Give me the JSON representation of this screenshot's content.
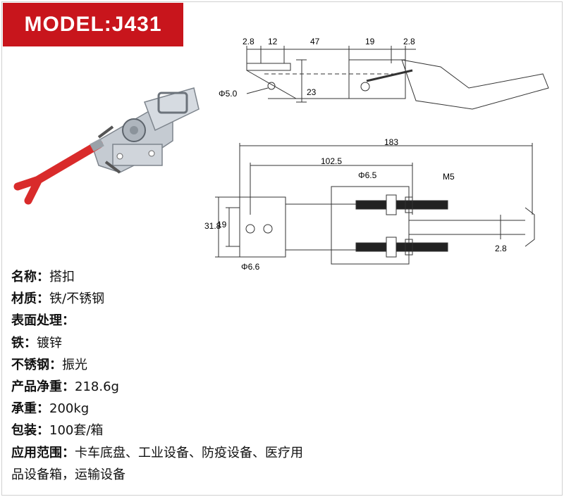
{
  "banner": {
    "model": "MODEL:J431"
  },
  "dimensions": {
    "top_view": {
      "d1": "2.8",
      "d2": "12",
      "d3": "47",
      "d4": "19",
      "d5": "2.8",
      "hole": "Φ5.0",
      "height": "23"
    },
    "plan_view": {
      "overall": "183",
      "base_len": "102.5",
      "hole_a": "Φ6.5",
      "thread": "M5",
      "width_outer": "31.8",
      "width_inner": "19",
      "hole_b": "Φ6.6",
      "thickness": "2.8"
    }
  },
  "specs": [
    {
      "label": "名称",
      "sep": "：",
      "value": "搭扣"
    },
    {
      "label": "材质",
      "sep": "：",
      "value": "铁/不锈钢"
    },
    {
      "label": "表面处理",
      "sep": "：",
      "value": ""
    },
    {
      "label": "铁",
      "sep": "：",
      "value": "镀锌"
    },
    {
      "label": "不锈钢",
      "sep": "：",
      "value": "振光"
    },
    {
      "label": "产品净重",
      "sep": "：",
      "value": "218.6g"
    },
    {
      "label": "承重",
      "sep": "：",
      "value": "200kg"
    },
    {
      "label": "包装",
      "sep": "：",
      "value": "100套/箱"
    },
    {
      "label": "应用范围",
      "sep": "：",
      "value": "卡车底盘、工业设备、防疫设备、医疗用品设备箱，运输设备"
    }
  ],
  "colors": {
    "banner": "#c8151c",
    "handle": "#d92b2b",
    "metal": "#b9bfc6",
    "line": "#333333"
  }
}
